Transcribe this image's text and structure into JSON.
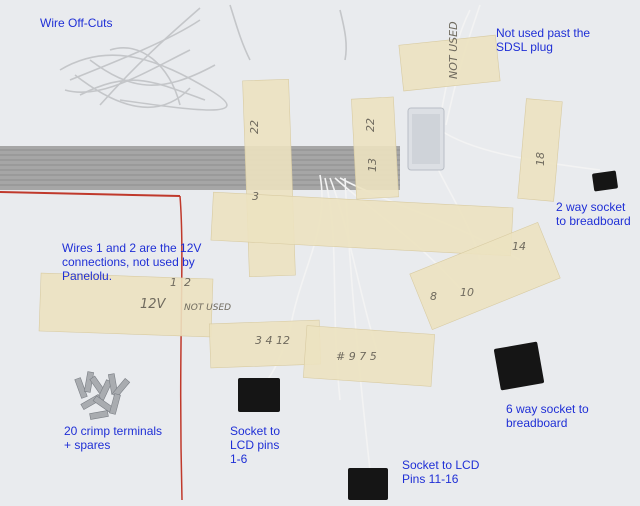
{
  "colors": {
    "background": "#e9ebee",
    "annotation": "#1f2fd6",
    "tape": "#ece2c0",
    "ribbon": "#a6a6a6",
    "connector": "#151515"
  },
  "annotations": {
    "wire_offcuts": "Wire Off-Cuts",
    "not_used_sdsl": "Not used past the\nSDSL plug",
    "two_way_socket": "2 way socket\nto breadboard",
    "wires_12v": "Wires 1 and 2 are the 12V\nconnections, not used by\nPanelolu.",
    "crimp_terminals": "20 crimp terminals\n+ spares",
    "socket_lcd_1_6": "Socket to\nLCD pins\n1-6",
    "six_way_socket": "6 way socket to\nbreadboard",
    "socket_lcd_11_16": "Socket to LCD\nPins 11-16"
  },
  "tape_writing": {
    "t22a": "22",
    "t22b": "22",
    "t13": "13",
    "t18": "18",
    "not_used_top": "NOT USED",
    "t12v": "12V",
    "not_used_left": "NOT USED",
    "t1": "1",
    "t2": "2",
    "pins_3_4_12": "3 4 12",
    "pins_9_7_5": "# 9 7 5",
    "t8": "8",
    "t10": "10",
    "t14": "14",
    "t3": "3"
  }
}
